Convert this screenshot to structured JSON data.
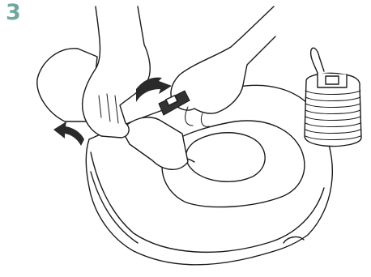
{
  "step": {
    "number": "3"
  },
  "colors": {
    "step_number": "#6fa89e",
    "line": "#1a1a1a",
    "arrow": "#2a2a2a"
  },
  "illustration": {
    "elements": [
      "seat-cushion",
      "bag-opening",
      "left-hand",
      "right-hand",
      "clip-tool",
      "curved-arrow-left",
      "curved-arrow-top",
      "collapsible-water-container"
    ]
  }
}
